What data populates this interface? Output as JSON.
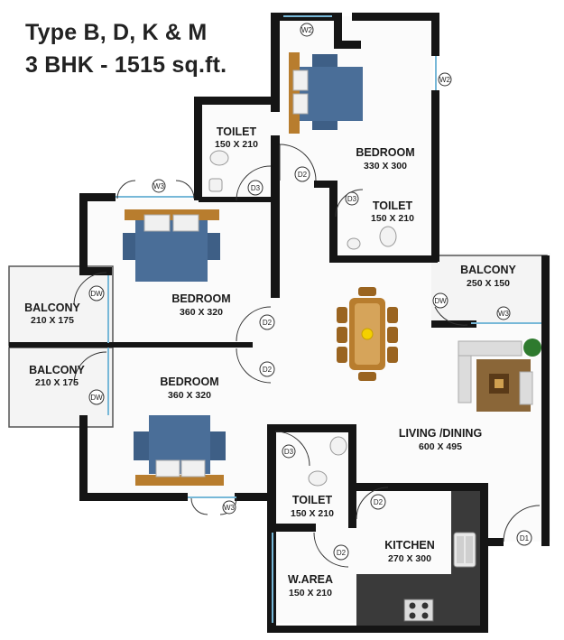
{
  "title": {
    "line1": "Type B, D, K & M",
    "line2": "3 BHK - 1515 sq.ft."
  },
  "rooms": {
    "bedroom_top": {
      "name": "BEDROOM",
      "size": "330 X 300"
    },
    "toilet_top_left": {
      "name": "TOILET",
      "size": "150 X 210"
    },
    "toilet_mid": {
      "name": "TOILET",
      "size": "150 X 210"
    },
    "bedroom_left": {
      "name": "BEDROOM",
      "size": "360 X 320"
    },
    "bedroom_bottom": {
      "name": "BEDROOM",
      "size": "360 X 320"
    },
    "balcony_left_top": {
      "name": "BALCONY",
      "size": "210 X 175"
    },
    "balcony_left_bottom": {
      "name": "BALCONY",
      "size": "210 X 175"
    },
    "balcony_right": {
      "name": "BALCONY",
      "size": "250 X 150"
    },
    "living_dining": {
      "name": "LIVING /DINING",
      "size": "600 X 495"
    },
    "toilet_bottom": {
      "name": "TOILET",
      "size": "150 X 210"
    },
    "kitchen": {
      "name": "KITCHEN",
      "size": "270 X 300"
    },
    "work_area": {
      "name": "W.AREA",
      "size": "150 X 210"
    }
  },
  "doors": {
    "d1": "D1",
    "d2": "D2",
    "d3": "D3",
    "dw": "DW",
    "w2": "W2",
    "w3": "W3"
  },
  "colors": {
    "wall": "#151515",
    "bed": "#4a6e98",
    "wood": "#b87d2e",
    "kitchen_counter": "#3a3a3a",
    "living_rug": "#8a6638",
    "plant": "#2e7a2e",
    "window": "#77b8d8"
  }
}
